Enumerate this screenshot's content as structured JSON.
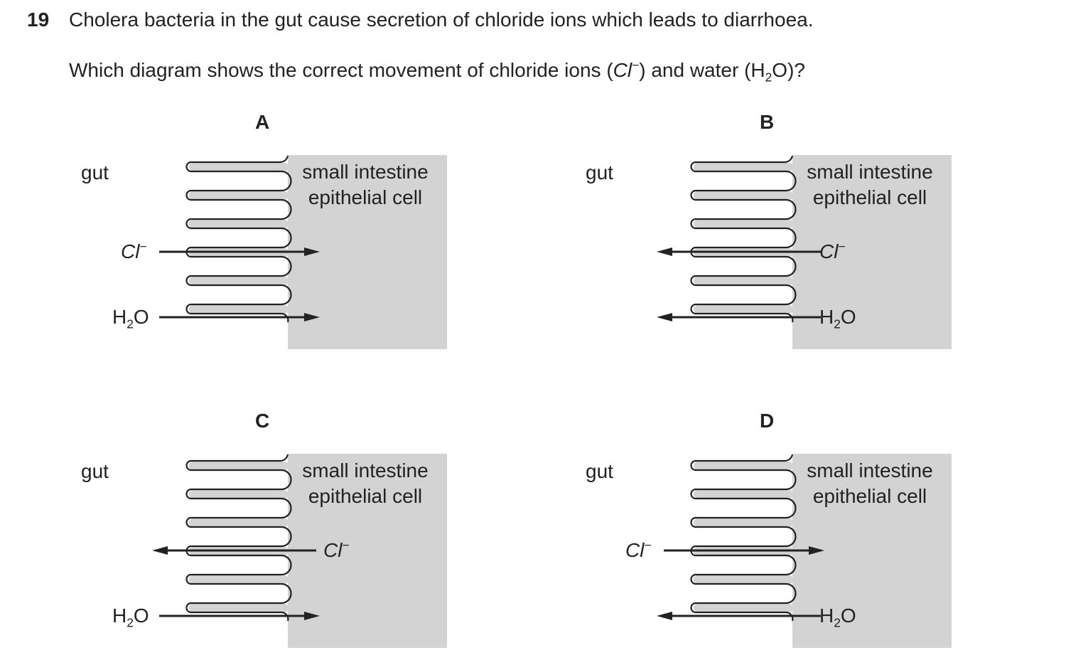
{
  "question": {
    "number": "19",
    "stem": "Cholera bacteria in the gut cause secretion of chloride ions which leads to diarrhoea.",
    "prompt_before": "Which diagram shows the correct movement of chloride ions (",
    "prompt_cl": "Cl",
    "prompt_cl_charge": "−",
    "prompt_mid": ") and water (H",
    "prompt_sub": "2",
    "prompt_after": "O)?"
  },
  "labels": {
    "gut": "gut",
    "cell_line1": "small intestine",
    "cell_line2": "epithelial cell",
    "cl": "Cl",
    "cl_charge": "−",
    "h2o_h": "H",
    "h2o_sub": "2",
    "h2o_o": "O"
  },
  "options": [
    {
      "letter": "A",
      "cl_direction": "into cell",
      "h2o_direction": "into cell"
    },
    {
      "letter": "B",
      "cl_direction": "into gut",
      "h2o_direction": "into gut"
    },
    {
      "letter": "C",
      "cl_direction": "into gut",
      "h2o_direction": "into cell"
    },
    {
      "letter": "D",
      "cl_direction": "into cell",
      "h2o_direction": "into gut"
    }
  ],
  "colors": {
    "cell_fill": "#d3d3d3",
    "line": "#222222"
  }
}
